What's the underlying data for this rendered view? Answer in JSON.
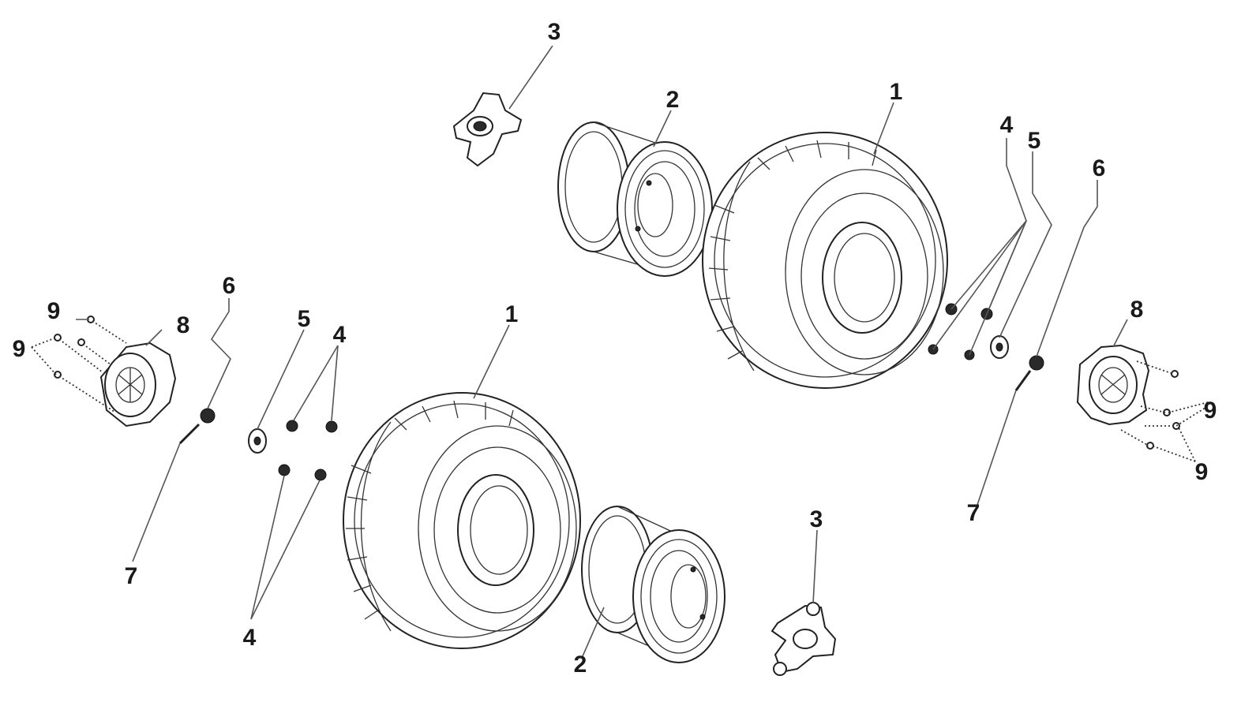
{
  "diagram": {
    "callouts": {
      "tire": "1",
      "rim": "2",
      "hub": "3",
      "nut": "4",
      "washer": "5",
      "castle_nut": "6",
      "cotter_pin": "7",
      "hub_cap": "8",
      "screw": "9"
    },
    "colors": {
      "ink": "#222222",
      "leader": "#555555",
      "paper": "#ffffff"
    }
  }
}
